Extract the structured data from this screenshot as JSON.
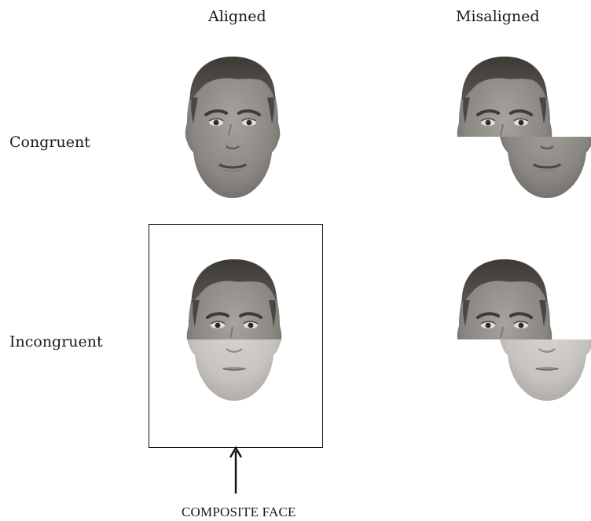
{
  "columns": {
    "aligned": "Aligned",
    "misaligned": "Misaligned"
  },
  "rows": {
    "congruent": "Congruent",
    "incongruent": "Incongruent"
  },
  "caption": "COMPOSITE FACE",
  "colors": {
    "hair": "#4a4540",
    "skin_top": "#8e8a86",
    "skin_bottom": "#c8c6c2",
    "frame": "#111111"
  }
}
